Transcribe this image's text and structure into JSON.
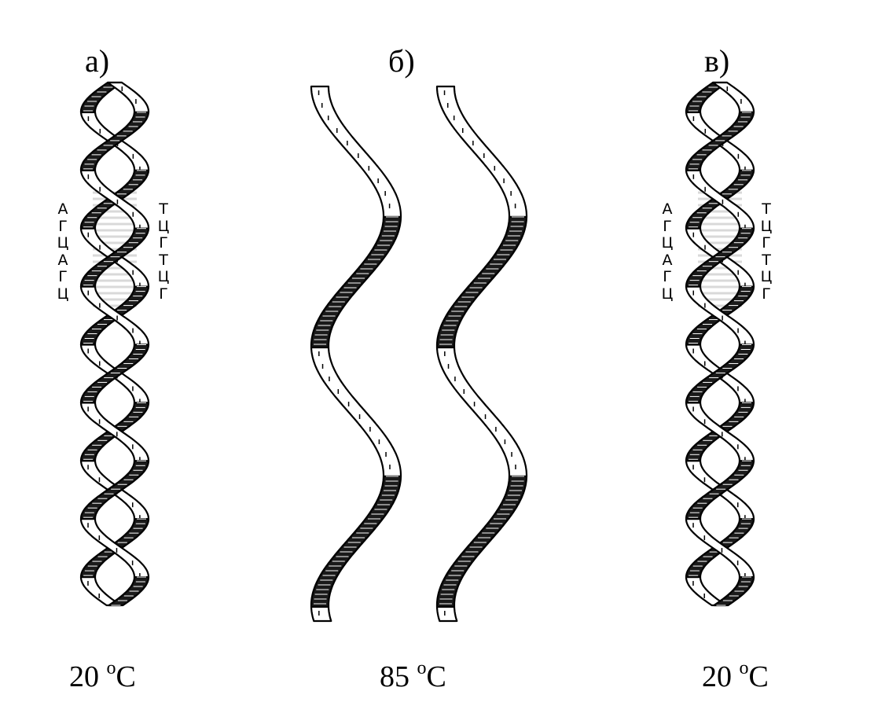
{
  "panels": [
    {
      "id": "a",
      "letter": "а)",
      "temperature": "20",
      "degree": "o",
      "unit": "C",
      "state": "double-helix",
      "left_bases": [
        "А",
        "Г",
        "Ц",
        "А",
        "Г",
        "Ц"
      ],
      "right_bases": [
        "Т",
        "Ц",
        "Г",
        "Т",
        "Ц",
        "Г"
      ]
    },
    {
      "id": "b",
      "letter": "б)",
      "temperature": "85",
      "degree": "o",
      "unit": "C",
      "state": "separated-strands"
    },
    {
      "id": "c",
      "letter": "в)",
      "temperature": "20",
      "degree": "o",
      "unit": "C",
      "state": "double-helix",
      "left_bases": [
        "А",
        "Г",
        "Ц",
        "А",
        "Г",
        "Ц"
      ],
      "right_bases": [
        "Т",
        "Ц",
        "Г",
        "Т",
        "Ц",
        "Г"
      ]
    }
  ],
  "colors": {
    "ink": "#000000",
    "ribbon_front": "#ffffff",
    "ribbon_back": "#1a1a1a",
    "pair_fill": "#d9d9d9"
  }
}
